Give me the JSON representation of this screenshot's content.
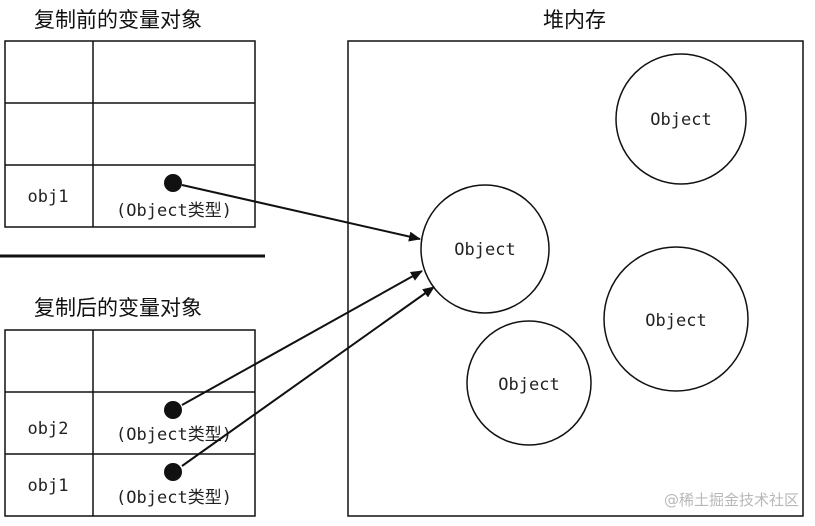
{
  "before": {
    "title": "复制前的变量对象",
    "rows": [
      {
        "name": "",
        "value": ""
      },
      {
        "name": "",
        "value": ""
      },
      {
        "name": "obj1",
        "value": "(Object类型)"
      }
    ]
  },
  "after": {
    "title": "复制后的变量对象",
    "rows": [
      {
        "name": "",
        "value": ""
      },
      {
        "name": "obj2",
        "value": "(Object类型)"
      },
      {
        "name": "obj1",
        "value": "(Object类型)"
      }
    ]
  },
  "heap": {
    "title": "堆内存",
    "objects": [
      "Object",
      "Object",
      "Object",
      "Object"
    ]
  },
  "watermark": "@稀土掘金技术社区"
}
